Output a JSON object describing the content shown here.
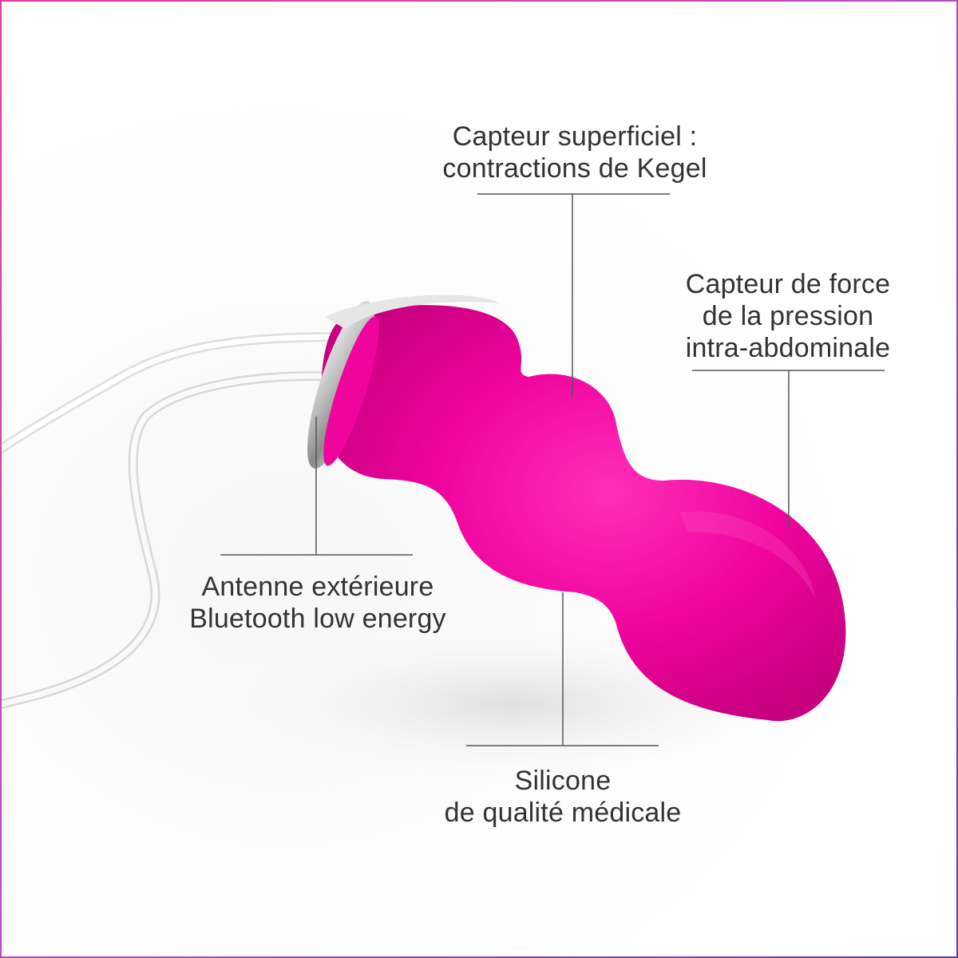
{
  "labels": {
    "surface_sensor": {
      "line1": "Capteur superficiel :",
      "line2": "contractions de Kegel"
    },
    "force_sensor": {
      "line1": "Capteur de force",
      "line2": "de la pression",
      "line3": "intra-abdominale"
    },
    "antenna": {
      "line1": "Antenne extérieure",
      "line2": "Bluetooth low energy"
    },
    "silicone": {
      "line1": "Silicone",
      "line2": "de qualité médicale"
    }
  },
  "colors": {
    "device_pink": "#f0049e",
    "device_pink_light": "#ff2fb8",
    "device_pink_dark": "#c8007f",
    "antenna_chrome": "#c9c9c9",
    "callout_line": "#555555",
    "text": "#333333",
    "frame_gradient_start": "#e83aa0",
    "frame_gradient_end": "#5b3fa8"
  }
}
